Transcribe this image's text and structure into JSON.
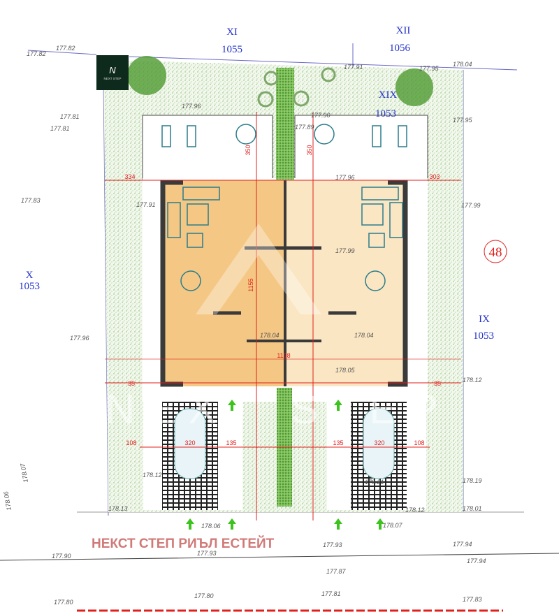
{
  "logo": {
    "text": "NEXT STEP",
    "mark": "N"
  },
  "plot_labels": [
    {
      "number": "XI",
      "area": "1055"
    },
    {
      "number": "XII",
      "area": "1056"
    },
    {
      "number": "XIX",
      "area": "1053"
    },
    {
      "number": "X",
      "area": "1053"
    },
    {
      "number": "IX",
      "area": "1053"
    }
  ],
  "plot_number": "48",
  "elevations": [
    "177.82",
    "177.82",
    "177.91",
    "177.95",
    "178.04",
    "177.81",
    "177.81",
    "177.96",
    "177.90",
    "177.89",
    "177.95",
    "177.96",
    "177.83",
    "177.91",
    "177.99",
    "177.99",
    "177.96",
    "178.12",
    "178.12",
    "178.21",
    "178.19",
    "178.07",
    "178.06",
    "178.13",
    "178.01",
    "178.12",
    "178.06",
    "178.07",
    "177.93",
    "177.94",
    "177.90",
    "177.93",
    "177.94",
    "177.87",
    "177.80",
    "177.80",
    "177.81",
    "177.83",
    "178.04",
    "178.04",
    "178.05"
  ],
  "dimensions": [
    "334",
    "303",
    "350",
    "350",
    "1155",
    "1198",
    "35",
    "35",
    "108",
    "320",
    "135",
    "135",
    "320",
    "108"
  ],
  "watermark": "NEXT STEP",
  "agency": "НЕКСТ СТЕП РИЪЛ ЕСТЕЙТ",
  "colors": {
    "plot_label": "#2433c8",
    "dimension": "#e0201c",
    "left_unit": "#f5c784",
    "right_unit": "#fbe6c3",
    "greenery": "#7fb75a",
    "wall": "#3a3a3a",
    "furniture": "#2b7c8c",
    "arrow": "#3cc31e"
  }
}
